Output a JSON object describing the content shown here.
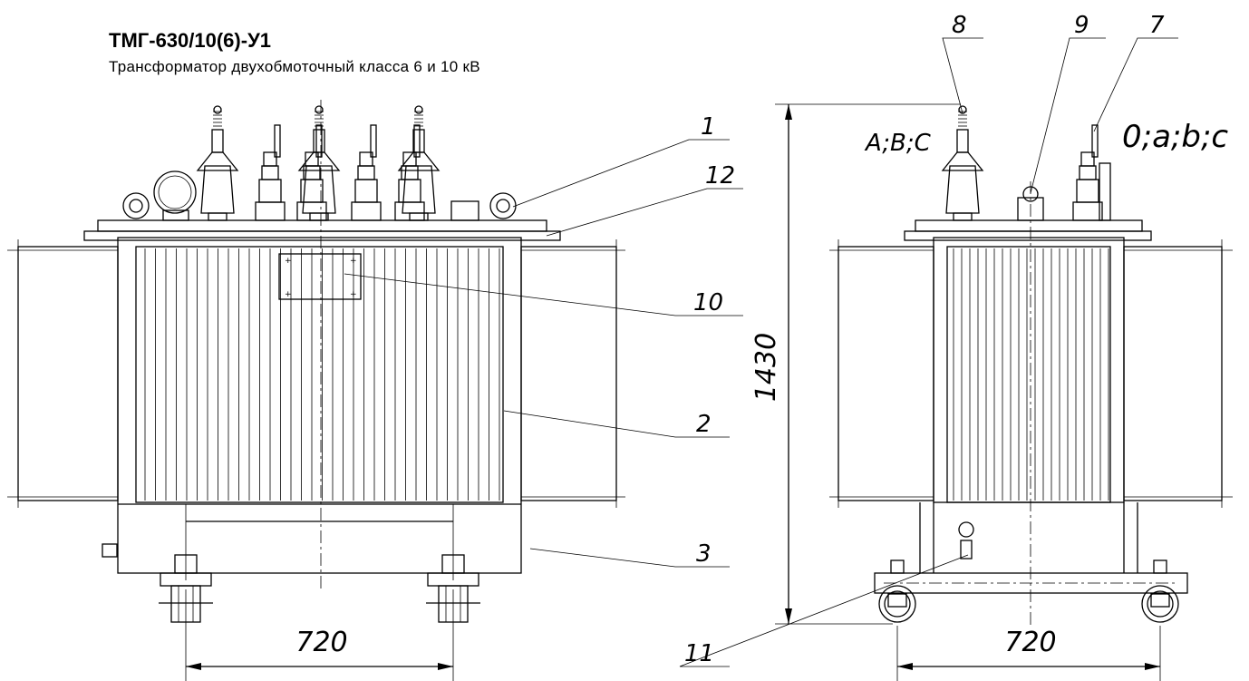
{
  "header": {
    "title": "ТМГ-630/10(6)-У1",
    "subtitle": "Трансформатор двухобмоточный класса 6 и 10 кВ"
  },
  "callouts": [
    {
      "id": "1",
      "label": "1"
    },
    {
      "id": "12",
      "label": "12"
    },
    {
      "id": "10",
      "label": "10"
    },
    {
      "id": "2",
      "label": "2"
    },
    {
      "id": "3",
      "label": "3"
    },
    {
      "id": "8",
      "label": "8"
    },
    {
      "id": "9",
      "label": "9"
    },
    {
      "id": "7",
      "label": "7"
    },
    {
      "id": "11",
      "label": "11"
    }
  ],
  "terminals": {
    "hv": "A;B;C",
    "lv": "0;a;b;c"
  },
  "dimensions": {
    "front_width": "720",
    "side_width": "720",
    "height": "1430"
  }
}
